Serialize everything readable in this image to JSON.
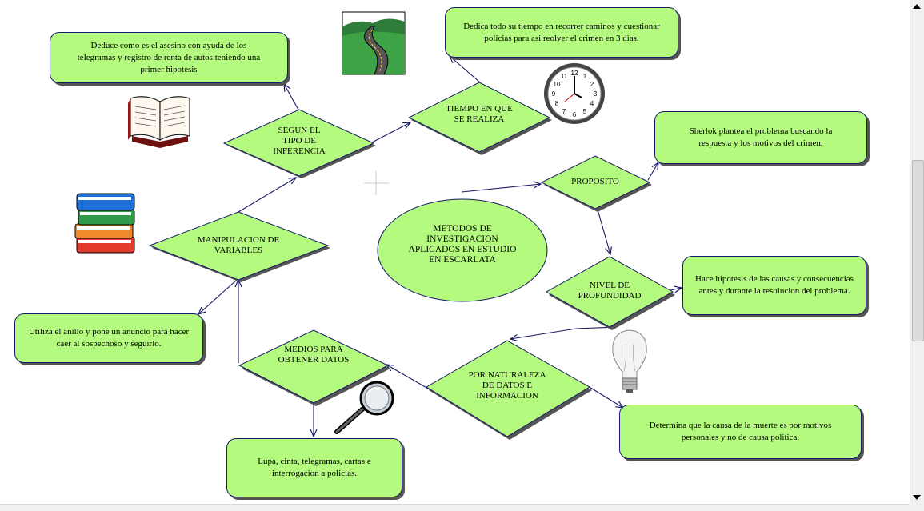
{
  "center": {
    "line1": "METODOS DE",
    "line2": "INVESTIGACION",
    "line3": "APLICADOS EN ESTUDIO",
    "line4": "EN ESCARLATA"
  },
  "diamonds": {
    "segun": {
      "l1": "SEGUN EL",
      "l2": "TIPO DE",
      "l3": "INFERENCIA"
    },
    "tiempo": {
      "l1": "TIEMPO EN QUE",
      "l2": "SE REALIZA"
    },
    "proposito": {
      "l1": "PROPOSITO"
    },
    "manipulacion": {
      "l1": "MANIPULACION DE",
      "l2": "VARIABLES"
    },
    "nivel": {
      "l1": "NIVEL DE",
      "l2": "PROFUNDIDAD"
    },
    "medios": {
      "l1": "MEDIOS PARA",
      "l2": "OBTENER DATOS"
    },
    "naturaleza": {
      "l1": "POR NATURALEZA",
      "l2": "DE DATOS E",
      "l3": "INFORMACION"
    }
  },
  "notes": {
    "deduce": "Deduce como es el asesino con ayuda de los telegramas y registro de renta de autos teniendo una primer hipotesis",
    "dedica": "Dedica todo su tiempo en recorrer caminos y cuestionar policias para asi reolver el crimen en 3 dias.",
    "sherlok": "Sherlok plantea el problema buscando la respuesta y los motivos del crimen.",
    "hace": "Hace hipotesis de las causas y consecuencias antes y durante la resolucion del problema.",
    "utiliza": "Utiliza el anillo y pone un anuncio para hacer caer al sospechoso y seguirlo.",
    "determina": "Determina que la causa de  la muerte es por motivos personales y no de causa politica.",
    "lupa": "Lupa, cinta, telegramas, cartas e interrogacion a policias."
  },
  "icons": [
    "open-book-icon",
    "road-landscape-icon",
    "clock-icon",
    "stacked-books-icon",
    "light-bulb-icon",
    "magnifying-glass-icon",
    "crosshair-icon"
  ],
  "colors": {
    "fill": "#b4fa7e",
    "stroke": "#1a1a6a",
    "shadow": "#555555"
  }
}
